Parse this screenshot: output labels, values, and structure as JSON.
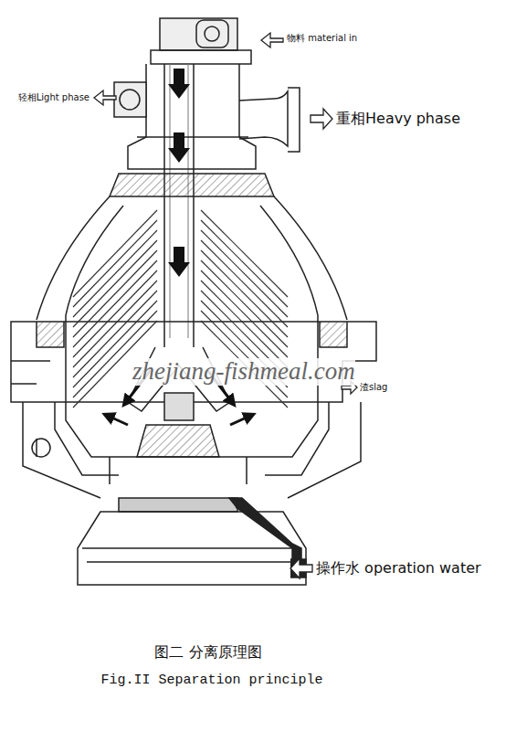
{
  "diagram": {
    "caption": "图二 分离原理图",
    "labels": [
      "物料 material in",
      "轻相Light phase",
      "重相Heavy phase",
      "渣slag",
      "操作水 operation water",
      "Fig.II Separation principle",
      "zhejiang-fishmeal.com"
    ]
  }
}
